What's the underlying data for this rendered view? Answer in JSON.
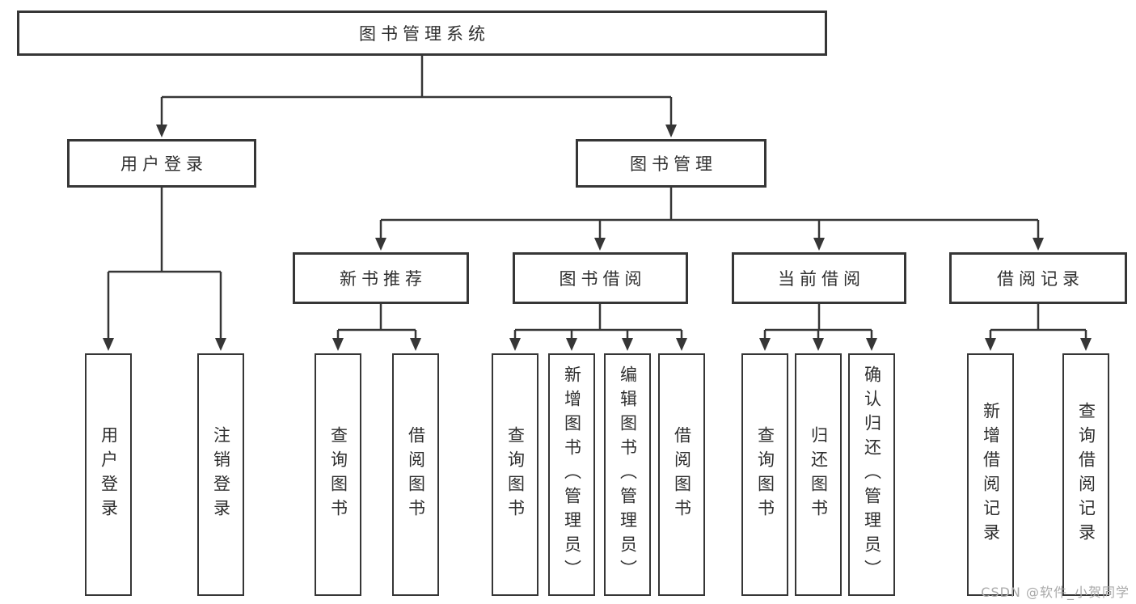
{
  "diagram": {
    "root": {
      "label": "图书管理系统"
    },
    "level2": [
      {
        "label": "用户登录"
      },
      {
        "label": "图书管理"
      }
    ],
    "level3": [
      {
        "label": "新书推荐"
      },
      {
        "label": "图书借阅"
      },
      {
        "label": "当前借阅"
      },
      {
        "label": "借阅记录"
      }
    ],
    "leaves": [
      {
        "label": "用户登录"
      },
      {
        "label": "注销登录"
      },
      {
        "label": "查询图书"
      },
      {
        "label": "借阅图书"
      },
      {
        "label": "查询图书"
      },
      {
        "label": "新增图书（管理员）"
      },
      {
        "label": "编辑图书（管理员）"
      },
      {
        "label": "借阅图书"
      },
      {
        "label": "查询图书"
      },
      {
        "label": "归还图书"
      },
      {
        "label": "确认归还（管理员）"
      },
      {
        "label": "新增借阅记录"
      },
      {
        "label": "查询借阅记录"
      }
    ]
  },
  "watermark": {
    "text": "CSDN @软件_小贺同学"
  },
  "colors": {
    "line": "#363636",
    "text": "#2e2e2e",
    "watermark": "#a9a9a9",
    "background": "#ffffff"
  }
}
